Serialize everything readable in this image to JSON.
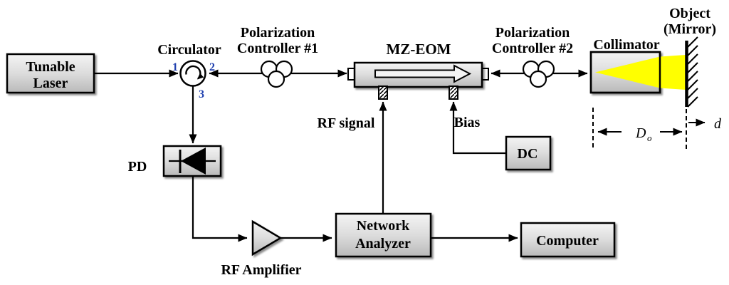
{
  "figure": {
    "components": {
      "tunable_laser": {
        "line1": "Tunable",
        "line2": "Laser"
      },
      "circulator": {
        "label": "Circulator",
        "port_1": "1",
        "port_2": "2",
        "port_3": "3"
      },
      "polarization_controller_1": {
        "line1": "Polarization",
        "line2": "Controller #1"
      },
      "mz_eom": {
        "label": "MZ-EOM"
      },
      "polarization_controller_2": {
        "line1": "Polarization",
        "line2": "Controller #2"
      },
      "collimator": {
        "label": "Collimator"
      },
      "object_mirror": {
        "line1": "Object",
        "line2": "(Mirror)"
      },
      "photodetector": {
        "label": "PD"
      },
      "rf_amplifier": {
        "label": "RF Amplifier"
      },
      "network_analyzer": {
        "line1": "Network",
        "line2": "Analyzer"
      },
      "computer": {
        "label": "Computer"
      },
      "dc_source": {
        "label": "DC"
      }
    },
    "signal_labels": {
      "rf_signal": "RF signal",
      "bias": "Bias"
    },
    "dimension_labels": {
      "distance_main": "D",
      "distance_sub": "o",
      "distance_offset": "d"
    },
    "colors": {
      "port_number_blue": "#1e3fae",
      "beam_yellow": "#ffff00",
      "wire_black": "#000000",
      "box_fill_top": "#f2f2f2",
      "box_fill_bottom": "#bdbdbd"
    }
  }
}
